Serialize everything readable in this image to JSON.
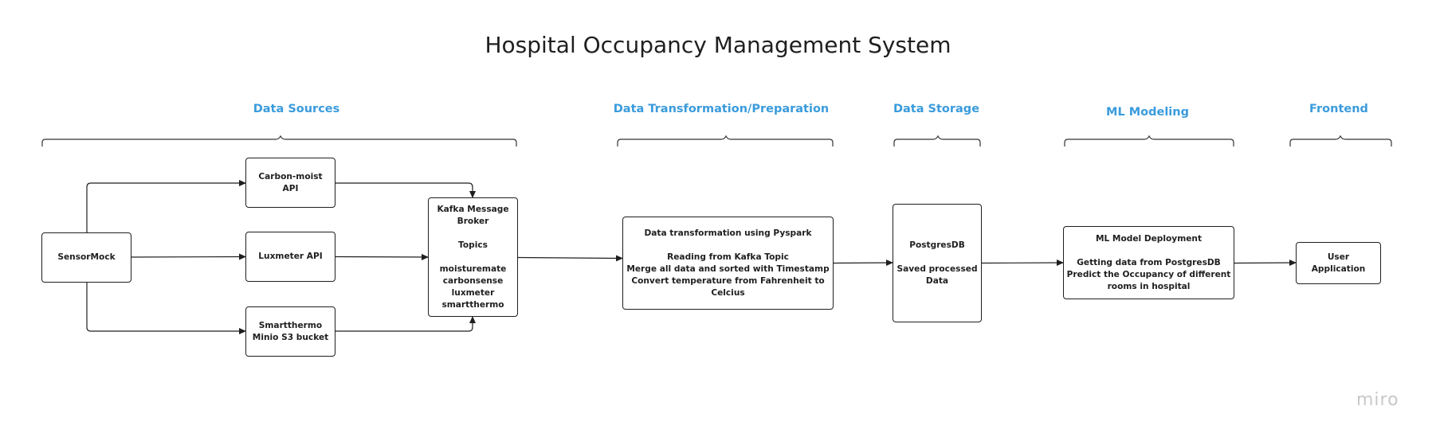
{
  "title": "Hospital Occupancy Management System",
  "sections": {
    "data_sources": "Data Sources",
    "transformation": "Data Transformation/Preparation",
    "storage": "Data Storage",
    "ml": "ML Modeling",
    "frontend": "Frontend"
  },
  "nodes": {
    "sensormock": {
      "lines": [
        "SensorMock"
      ]
    },
    "carbon": {
      "lines": [
        "Carbon-moist",
        "API"
      ]
    },
    "luxmeter": {
      "lines": [
        "Luxmeter API"
      ]
    },
    "smartthermo": {
      "lines": [
        "Smartthermo",
        "Minio S3 bucket"
      ]
    },
    "kafka": {
      "lines": [
        "Kafka Message",
        "Broker"
      ],
      "topics_label": "Topics",
      "topics": [
        "moisturemate",
        "carbonsense",
        "luxmeter",
        "smartthermo"
      ]
    },
    "transform": {
      "heading": "Data transformation using Pyspark",
      "lines": [
        "Reading from Kafka Topic",
        "Merge all data and sorted with Timestamp",
        "Convert temperature from Fahrenheit to",
        "Celcius"
      ]
    },
    "postgres": {
      "heading": "PostgresDB",
      "lines": [
        "Saved processed",
        "Data"
      ]
    },
    "ml": {
      "heading": "ML Model Deployment",
      "lines": [
        "Getting data from PostgresDB",
        "Predict the Occupancy of different",
        "rooms in hospital"
      ]
    },
    "user": {
      "lines": [
        "User",
        "Application"
      ]
    }
  },
  "watermark": "miro"
}
